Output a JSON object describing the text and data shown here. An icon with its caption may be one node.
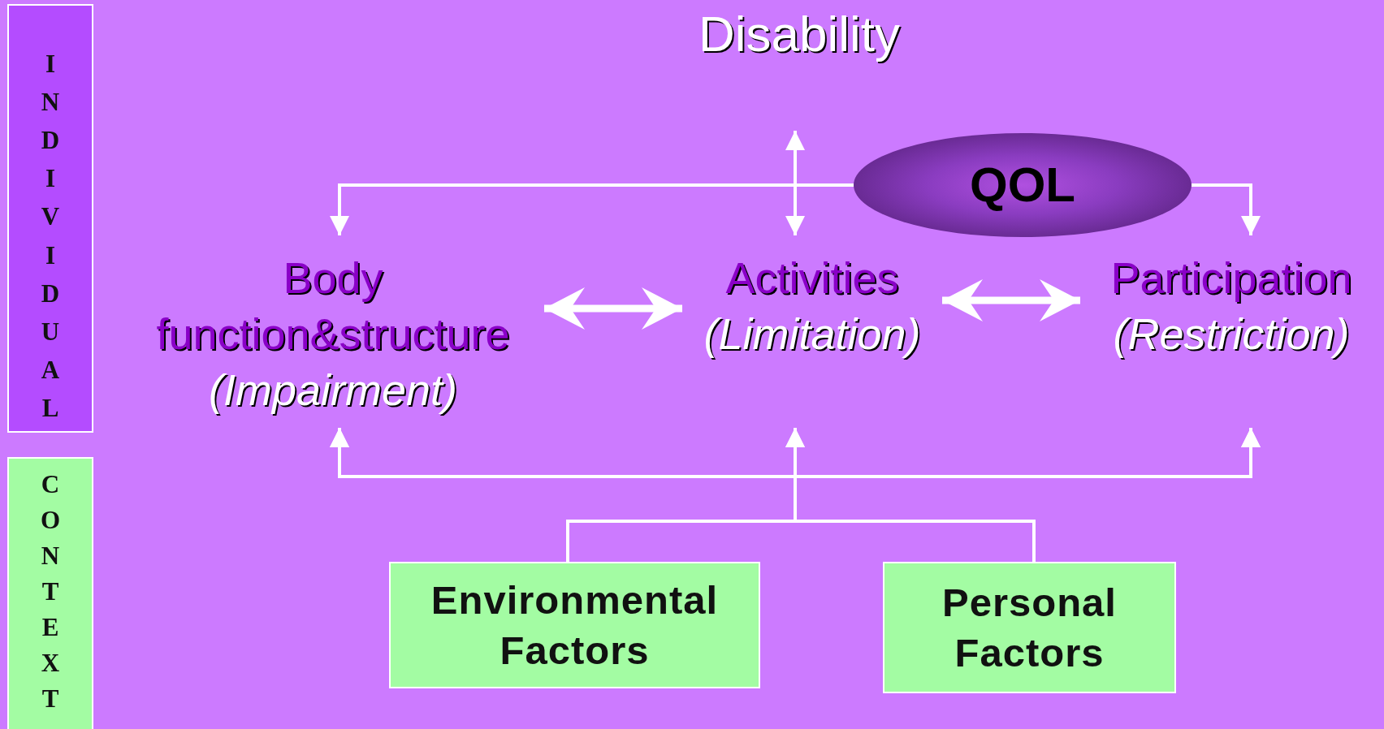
{
  "diagram": {
    "nodes": [
      {
        "text": [
          "INDIVIDUAL"
        ]
      },
      {
        "text": [
          "CONTEXT"
        ]
      },
      {
        "text": [
          "Disability"
        ]
      },
      {
        "text": [
          "QOL"
        ]
      },
      {
        "text": [
          "Body function&structure",
          "(Impairment)"
        ]
      },
      {
        "text": [
          "Activities",
          "(Limitation)"
        ]
      },
      {
        "text": [
          "Participation",
          "(Restriction)"
        ]
      },
      {
        "text": [
          "Environmental Factors"
        ]
      },
      {
        "text": [
          "Personal Factors"
        ]
      }
    ],
    "edges": [
      {
        "from": 3,
        "to": 4,
        "arrow": "to"
      },
      {
        "from": 3,
        "to": 6,
        "arrow": "to"
      },
      {
        "from": 5,
        "to": 2,
        "arrow": "both"
      },
      {
        "from": 4,
        "to": 5,
        "arrow": "both",
        "style": "thick"
      },
      {
        "from": 5,
        "to": 6,
        "arrow": "both",
        "style": "thick"
      },
      {
        "from": 7,
        "to": 4,
        "arrow": "to"
      },
      {
        "from": 7,
        "to": 5,
        "arrow": "to"
      },
      {
        "from": 7,
        "to": 6,
        "arrow": "to"
      },
      {
        "from": 8,
        "to": 4,
        "arrow": "to"
      },
      {
        "from": 8,
        "to": 5,
        "arrow": "to"
      },
      {
        "from": 8,
        "to": 6,
        "arrow": "to"
      }
    ]
  }
}
